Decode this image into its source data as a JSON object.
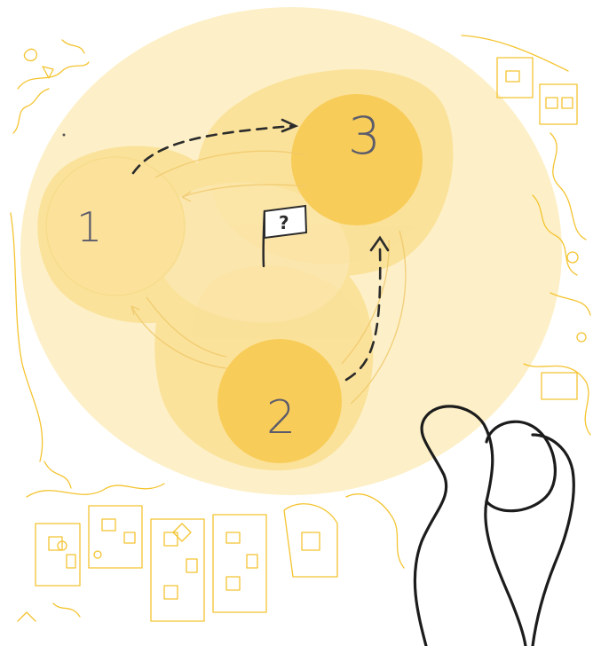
{
  "nodes": [
    {
      "id": "1",
      "label": "1"
    },
    {
      "id": "2",
      "label": "2"
    },
    {
      "id": "3",
      "label": "3"
    }
  ],
  "flag": {
    "glyph": "?"
  },
  "colors": {
    "background_circle": "#fdf0c8",
    "blob_light": "#fbe19a",
    "blob_mid": "#f9d775",
    "node_fill": "#f8cc58",
    "doodle_stroke": "#f4c430",
    "arrow_stroke": "#2b2b2b",
    "figure_stroke": "#1c1c1c"
  }
}
